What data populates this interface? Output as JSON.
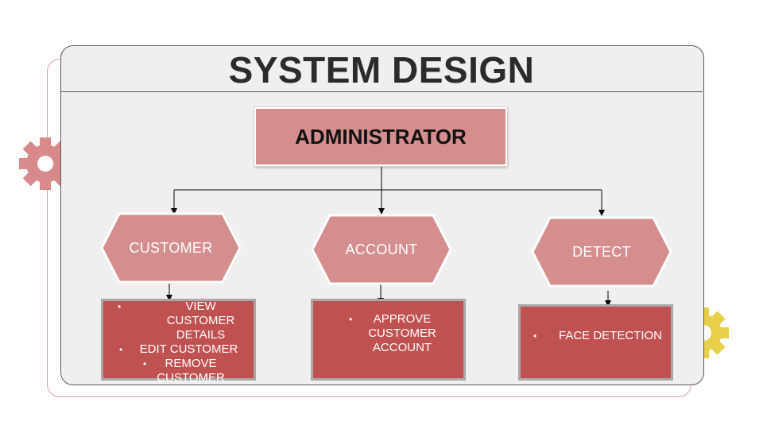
{
  "title": "SYSTEM DESIGN",
  "root": {
    "label": "ADMINISTRATOR"
  },
  "modules": [
    {
      "label": "CUSTOMER",
      "items": [
        "VIEW CUSTOMER DETAILS",
        "EDIT CUSTOMER",
        "REMOVE CUSTOMER"
      ]
    },
    {
      "label": "ACCOUNT",
      "items": [
        "APPROVE CUSTOMER ACCOUNT"
      ]
    },
    {
      "label": "DETECT",
      "items": [
        "FACE DETECTION"
      ]
    }
  ],
  "colors": {
    "hexagon_fill": "#d48e8e",
    "box_fill": "#bf5151",
    "panel": "#efefef",
    "gear_left": "#d88a8a",
    "gear_right": "#e8cf4a"
  },
  "icons": [
    "gear-icon",
    "gear-icon"
  ]
}
